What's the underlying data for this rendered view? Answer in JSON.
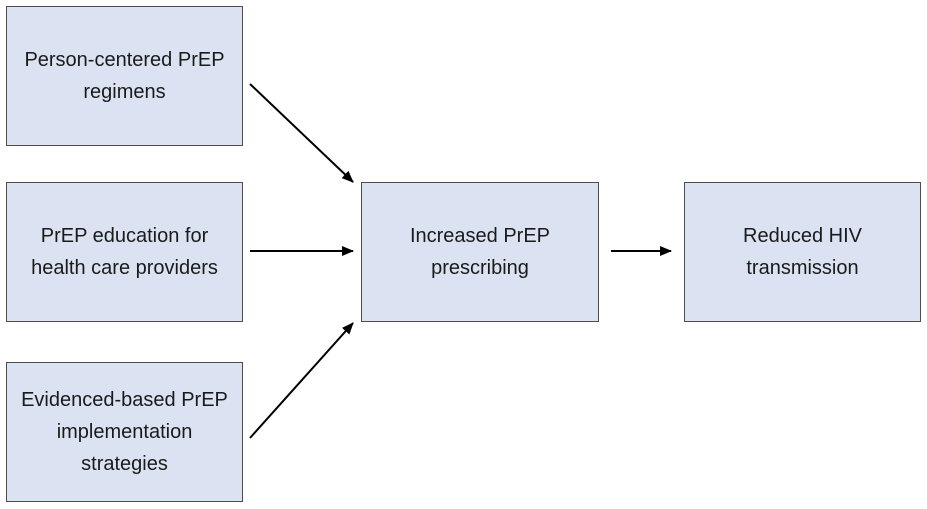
{
  "diagram": {
    "nodes": {
      "regimens": "Person-centered PrEP regimens",
      "education": "PrEP education for health care providers",
      "strategies": "Evidenced-based PrEP implementation strategies",
      "prescribing": "Increased PrEP prescribing",
      "reduced": "Reduced HIV transmission"
    },
    "edges": [
      {
        "from": "regimens",
        "to": "prescribing"
      },
      {
        "from": "education",
        "to": "prescribing"
      },
      {
        "from": "strategies",
        "to": "prescribing"
      },
      {
        "from": "prescribing",
        "to": "reduced"
      }
    ],
    "colors": {
      "box_fill": "#dbe3f3",
      "box_border": "#4d4d4d",
      "arrow": "#000000"
    }
  }
}
